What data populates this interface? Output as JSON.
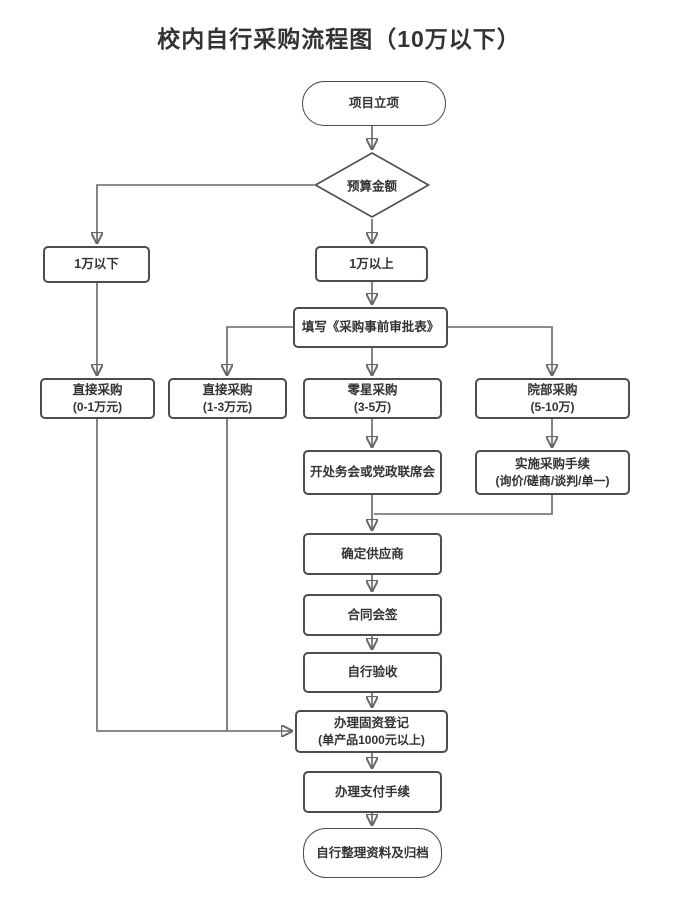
{
  "title": "校内自行采购流程图（10万以下）",
  "flowchart": {
    "nodes": {
      "start": {
        "label": "项目立项",
        "type": "terminator"
      },
      "decision_budget": {
        "label": "预算金额",
        "type": "decision"
      },
      "under_10k": {
        "label": "1万以下",
        "type": "process"
      },
      "over_10k": {
        "label": "1万以上",
        "type": "process"
      },
      "fill_form": {
        "label": "填写《采购事前审批表》",
        "type": "process"
      },
      "direct_0_1": {
        "label": "直接采购",
        "sublabel": "(0-1万元)",
        "type": "process"
      },
      "direct_1_3": {
        "label": "直接采购",
        "sublabel": "(1-3万元)",
        "type": "process"
      },
      "sporadic_3_5": {
        "label": "零星采购",
        "sublabel": "(3-5万)",
        "type": "process"
      },
      "dept_5_10": {
        "label": "院部采购",
        "sublabel": "(5-10万)",
        "type": "process"
      },
      "office_meeting": {
        "label": "开处务会或党政联席会",
        "type": "process"
      },
      "implement_procedure": {
        "label": "实施采购手续",
        "sublabel": "(询价/磋商/谈判/单一)",
        "type": "process"
      },
      "confirm_supplier": {
        "label": "确定供应商",
        "type": "process"
      },
      "contract_sign": {
        "label": "合同会签",
        "type": "process"
      },
      "self_acceptance": {
        "label": "自行验收",
        "type": "process"
      },
      "asset_registration": {
        "label": "办理固资登记",
        "sublabel": "(单产品1000元以上)",
        "type": "process"
      },
      "payment": {
        "label": "办理支付手续",
        "type": "process"
      },
      "end": {
        "label": "自行整理资料及归档",
        "type": "terminator"
      }
    },
    "colors": {
      "node_border": "#4d4d4d",
      "connector": "#666666",
      "arrowhead": "#2f2f2f",
      "text": "#333333",
      "background": "#ffffff"
    }
  }
}
